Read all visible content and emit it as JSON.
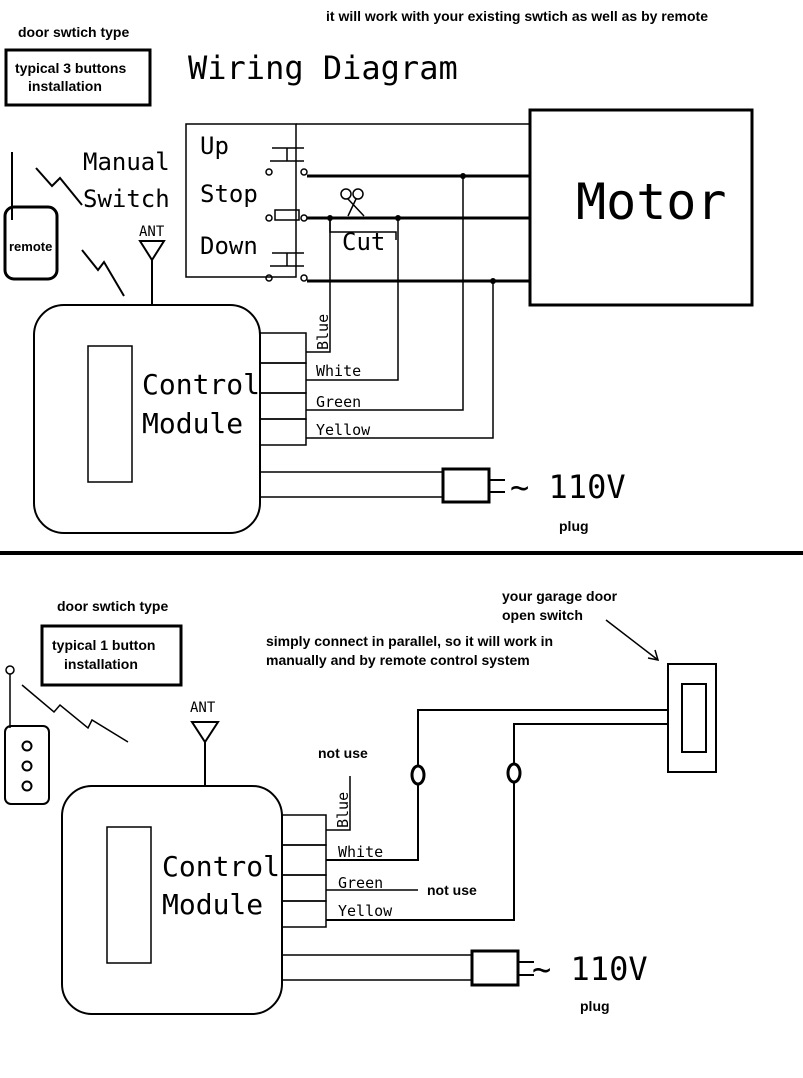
{
  "top": {
    "type_label": "door swtich type",
    "box_label_line1": "typical 3 buttons",
    "box_label_line2": "installation",
    "title": "Wiring Diagram",
    "note": "it will work with your existing swtich as well as by remote",
    "manual_line1": "Manual",
    "manual_line2": "Switch",
    "remote": "remote",
    "ant": "ANT",
    "up": "Up",
    "stop": "Stop",
    "down": "Down",
    "cut": "Cut",
    "motor": "Motor",
    "module_line1": "Control",
    "module_line2": "Module",
    "wire_blue": "Blue",
    "wire_white": "White",
    "wire_green": "Green",
    "wire_yellow": "Yellow",
    "voltage": "~ 110V",
    "plug": "plug"
  },
  "bottom": {
    "type_label": "door swtich type",
    "box_label_line1": "typical 1 button",
    "box_label_line2": "installation",
    "garage_line1": "your garage door",
    "garage_line2": "open switch",
    "parallel_line1": "simply connect in parallel, so it will work in",
    "parallel_line2": "manually and by remote control system",
    "ant": "ANT",
    "not_use_blue": "not use",
    "not_use_green": "not use",
    "module_line1": "Control",
    "module_line2": "Module",
    "wire_blue": "Blue",
    "wire_white": "White",
    "wire_green": "Green",
    "wire_yellow": "Yellow",
    "voltage": "~ 110V",
    "plug": "plug"
  }
}
